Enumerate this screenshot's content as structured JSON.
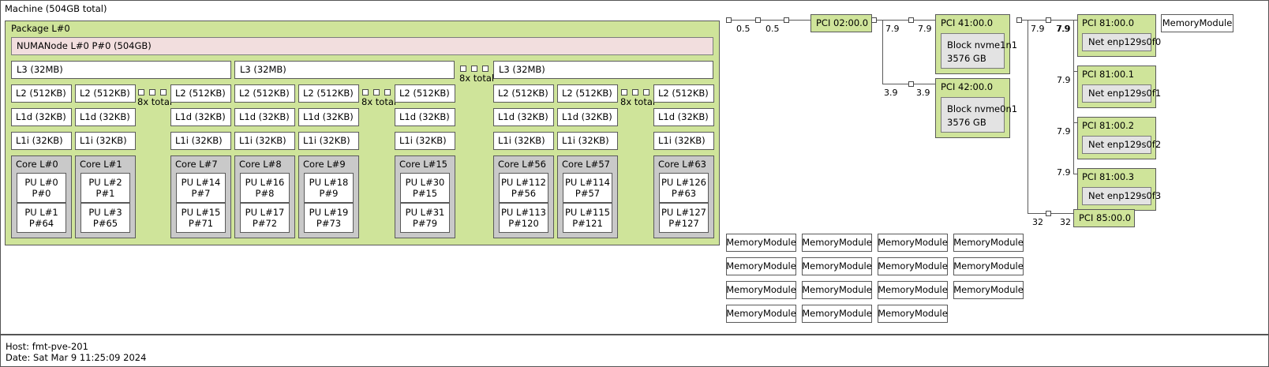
{
  "machine": {
    "label": "Machine (504GB total)"
  },
  "package": {
    "label": "Package L#0"
  },
  "numanode": {
    "label": "NUMANode L#0 P#0 (504GB)"
  },
  "legend": {
    "eight_x": "8x total"
  },
  "l3_groups": [
    {
      "l3": "L3 (32MB)",
      "cores": [
        {
          "l2": "L2 (512KB)",
          "l1d": "L1d (32KB)",
          "l1i": "L1i (32KB)",
          "core": "Core L#0",
          "pus": [
            {
              "l": "PU L#0",
              "p": "P#0"
            },
            {
              "l": "PU L#1",
              "p": "P#64"
            }
          ]
        },
        {
          "l2": "L2 (512KB)",
          "l1d": "L1d (32KB)",
          "l1i": "L1i (32KB)",
          "core": "Core L#1",
          "pus": [
            {
              "l": "PU L#2",
              "p": "P#1"
            },
            {
              "l": "PU L#3",
              "p": "P#65"
            }
          ]
        },
        {
          "l2": "L2 (512KB)",
          "l1d": "L1d (32KB)",
          "l1i": "L1i (32KB)",
          "core": "Core L#7",
          "pus": [
            {
              "l": "PU L#14",
              "p": "P#7"
            },
            {
              "l": "PU L#15",
              "p": "P#71"
            }
          ]
        }
      ]
    },
    {
      "l3": "L3 (32MB)",
      "cores": [
        {
          "l2": "L2 (512KB)",
          "l1d": "L1d (32KB)",
          "l1i": "L1i (32KB)",
          "core": "Core L#8",
          "pus": [
            {
              "l": "PU L#16",
              "p": "P#8"
            },
            {
              "l": "PU L#17",
              "p": "P#72"
            }
          ]
        },
        {
          "l2": "L2 (512KB)",
          "l1d": "L1d (32KB)",
          "l1i": "L1i (32KB)",
          "core": "Core L#9",
          "pus": [
            {
              "l": "PU L#18",
              "p": "P#9"
            },
            {
              "l": "PU L#19",
              "p": "P#73"
            }
          ]
        },
        {
          "l2": "L2 (512KB)",
          "l1d": "L1d (32KB)",
          "l1i": "L1i (32KB)",
          "core": "Core L#15",
          "pus": [
            {
              "l": "PU L#30",
              "p": "P#15"
            },
            {
              "l": "PU L#31",
              "p": "P#79"
            }
          ]
        }
      ]
    },
    {
      "l3": "L3 (32MB)",
      "cores": [
        {
          "l2": "L2 (512KB)",
          "l1d": "L1d (32KB)",
          "l1i": "L1i (32KB)",
          "core": "Core L#56",
          "pus": [
            {
              "l": "PU L#112",
              "p": "P#56"
            },
            {
              "l": "PU L#113",
              "p": "P#120"
            }
          ]
        },
        {
          "l2": "L2 (512KB)",
          "l1d": "L1d (32KB)",
          "l1i": "L1i (32KB)",
          "core": "Core L#57",
          "pus": [
            {
              "l": "PU L#114",
              "p": "P#57"
            },
            {
              "l": "PU L#115",
              "p": "P#121"
            }
          ]
        },
        {
          "l2": "L2 (512KB)",
          "l1d": "L1d (32KB)",
          "l1i": "L1i (32KB)",
          "core": "Core L#63",
          "pus": [
            {
              "l": "PU L#126",
              "p": "P#63"
            },
            {
              "l": "PU L#127",
              "p": "P#127"
            }
          ]
        }
      ]
    }
  ],
  "io": {
    "branch1": {
      "bw": [
        "0.5",
        "0.5"
      ],
      "pci": "PCI 02:00.0"
    },
    "branch2": {
      "children": [
        {
          "bw_left": "7.9",
          "bw_right": "7.9",
          "pci": "PCI 41:00.0",
          "osdev": "Block nvme1n1\n3576 GB",
          "osdev_line1": "Block nvme1n1",
          "osdev_line2": "3576 GB"
        },
        {
          "bw_left": "3.9",
          "bw_right": "3.9",
          "pci": "PCI 42:00.0",
          "osdev": "Block nvme0n1\n3576 GB",
          "osdev_line1": "Block nvme0n1",
          "osdev_line2": "3576 GB"
        }
      ]
    },
    "branch3": {
      "bw_trunk": "7.9",
      "bw_hub": "7.9",
      "nets": [
        {
          "bw": "7.9",
          "pci": "PCI 81:00.0",
          "osdev": "Net enp129s0f0"
        },
        {
          "bw": "7.9",
          "pci": "PCI 81:00.1",
          "osdev": "Net enp129s0f1"
        },
        {
          "bw": "7.9",
          "pci": "PCI 81:00.2",
          "osdev": "Net enp129s0f2"
        },
        {
          "bw": "7.9",
          "pci": "PCI 81:00.3",
          "osdev": "Net enp129s0f3"
        }
      ],
      "last": {
        "bw_left": "32",
        "bw_right": "32",
        "pci": "PCI 85:00.0"
      }
    },
    "top_memory_module": "MemoryModule"
  },
  "memory_modules": {
    "label": "MemoryModule",
    "rows": [
      [
        "MemoryModule",
        "MemoryModule",
        "MemoryModule",
        "MemoryModule"
      ],
      [
        "MemoryModule",
        "MemoryModule",
        "MemoryModule",
        "MemoryModule"
      ],
      [
        "MemoryModule",
        "MemoryModule",
        "MemoryModule",
        "MemoryModule"
      ],
      [
        "MemoryModule",
        "MemoryModule",
        "MemoryModule"
      ]
    ]
  },
  "footer": {
    "host": "Host: fmt-pve-201",
    "date": "Date: Sat Mar  9 11:25:09 2024"
  },
  "colors": {
    "package": "#cfe49a",
    "numanode": "#f2dede",
    "core": "#c9c9c9",
    "osdev": "#e3e3e3",
    "pci": "#cfe49a",
    "border": "#5a5a5a"
  }
}
